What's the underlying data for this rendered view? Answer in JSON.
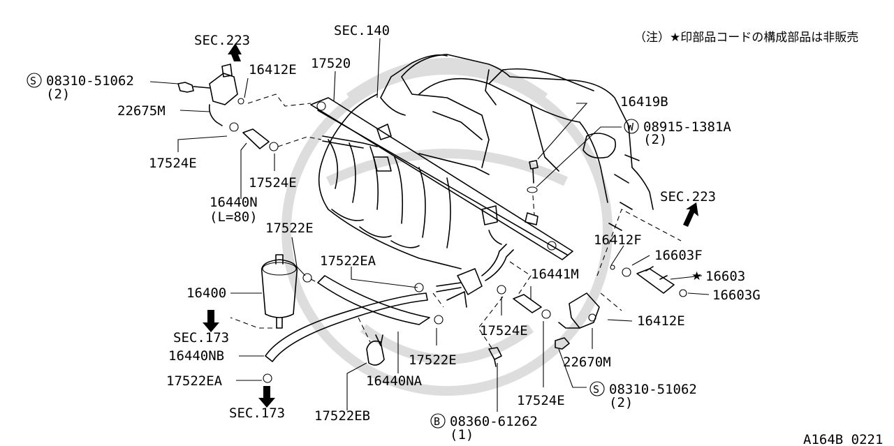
{
  "note": "（注）★印部品コードの構成部品は非販売",
  "diagram_code": "A164B 0221",
  "labels": {
    "sec140": "SEC.140",
    "sec223_top": "SEC.223",
    "sec223_right": "SEC.223",
    "sec173_left": "SEC.173",
    "sec173_bottom": "SEC.173",
    "p17520": "17520",
    "p16412E_top": "16412E",
    "p16412E_right": "16412E",
    "p16412F": "16412F",
    "p22675M": "22675M",
    "p22670M": "22670M",
    "p17524E_a": "17524E",
    "p17524E_b": "17524E",
    "p17524E_c": "17524E",
    "p17524E_d": "17524E",
    "p16440N": "16440N",
    "p16440N_len": "(L=80)",
    "p17522E_a": "17522E",
    "p17522E_b": "17522E",
    "p17522EA_a": "17522EA",
    "p17522EA_b": "17522EA",
    "p17522EB": "17522EB",
    "p16400": "16400",
    "p16440NB": "16440NB",
    "p16440NA": "16440NA",
    "p16441M": "16441M",
    "p16419B": "16419B",
    "p16603F": "16603F",
    "p16603": "16603",
    "p16603G": "16603G",
    "star": "★",
    "bolt_s1": "08310-51062",
    "bolt_s1_qty": "(2)",
    "bolt_s2": "08310-51062",
    "bolt_s2_qty": "(2)",
    "washer_w": "08915-1381A",
    "washer_w_qty": "(2)",
    "bolt_b": "08360-61262",
    "bolt_b_qty": "(1)",
    "circ_s": "S",
    "circ_w": "W",
    "circ_b": "B"
  }
}
